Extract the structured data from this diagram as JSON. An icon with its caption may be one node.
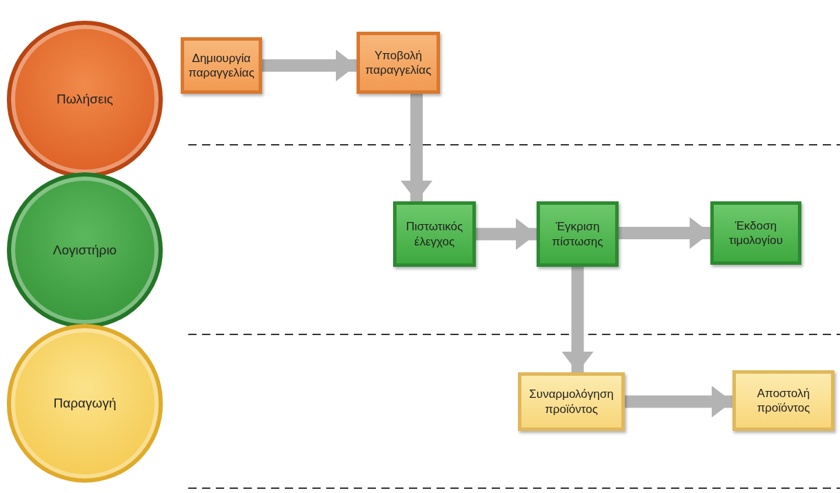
{
  "diagram": {
    "nodes": [
      {
        "text": [
          "Πωλήσεις"
        ]
      },
      {
        "text": [
          "Δημιουργία παραγγελίας"
        ]
      },
      {
        "text": [
          "Υποβολή παραγγελίας"
        ]
      },
      {
        "text": [
          "Λογιστήριο"
        ]
      },
      {
        "text": [
          "Πιστωτικός έλεγχος"
        ]
      },
      {
        "text": [
          "Έγκριση πίστωσης"
        ]
      },
      {
        "text": [
          "Έκδοση τιμολογίου"
        ]
      },
      {
        "text": [
          "Παραγωγή"
        ]
      },
      {
        "text": [
          "Συναρμολόγηση προϊόντος"
        ]
      },
      {
        "text": [
          "Αποστολή προϊόντος"
        ]
      }
    ],
    "edges": [
      {
        "from": 1,
        "to": 2,
        "arrow": "to"
      },
      {
        "from": 2,
        "to": 4,
        "arrow": "to"
      },
      {
        "from": 4,
        "to": 5,
        "arrow": "to"
      },
      {
        "from": 5,
        "to": 6,
        "arrow": "to"
      },
      {
        "from": 5,
        "to": 8,
        "arrow": "to"
      },
      {
        "from": 8,
        "to": 9,
        "arrow": "to"
      }
    ]
  }
}
